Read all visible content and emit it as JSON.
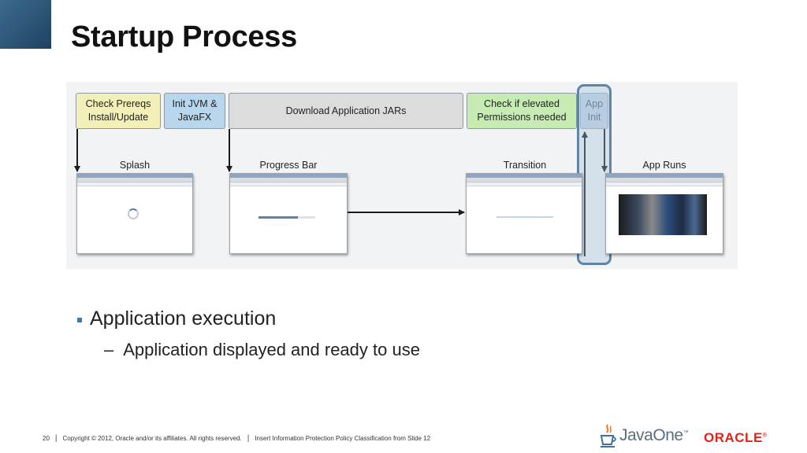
{
  "slide": {
    "title": "Startup Process"
  },
  "diagram": {
    "phases": [
      {
        "label": "Check Prereqs\nInstall/Update",
        "color": "#f2f0b8"
      },
      {
        "label": "Init JVM &\nJavaFX",
        "color": "#b9d7ec"
      },
      {
        "label": "Download Application JARs",
        "color": "#dcdcdc"
      },
      {
        "label": "Check if elevated\nPermissions needed",
        "color": "#c6ecb3"
      },
      {
        "label": "App\nInit",
        "color": "#c9d8e4"
      }
    ],
    "stages": [
      {
        "label": "Splash"
      },
      {
        "label": "Progress Bar",
        "progress": 0.7
      },
      {
        "label": "Transition"
      },
      {
        "label": "App Runs"
      }
    ],
    "highlight_color": "#5f84a8"
  },
  "bullets": {
    "level1": "Application execution",
    "level2": "Application displayed and ready to use",
    "marker_color": "#3f78b4"
  },
  "footer": {
    "page_number": "20",
    "copyright": "Copyright © 2012, Oracle and/or its affiliates. All rights reserved.",
    "classification": "Insert Information Protection Policy Classification from Slide 12"
  },
  "logos": {
    "javaone": "JavaOne",
    "javaone_mark": "™",
    "oracle": "ORACLE",
    "oracle_mark": "®",
    "java_icon": "java-cup-icon"
  }
}
